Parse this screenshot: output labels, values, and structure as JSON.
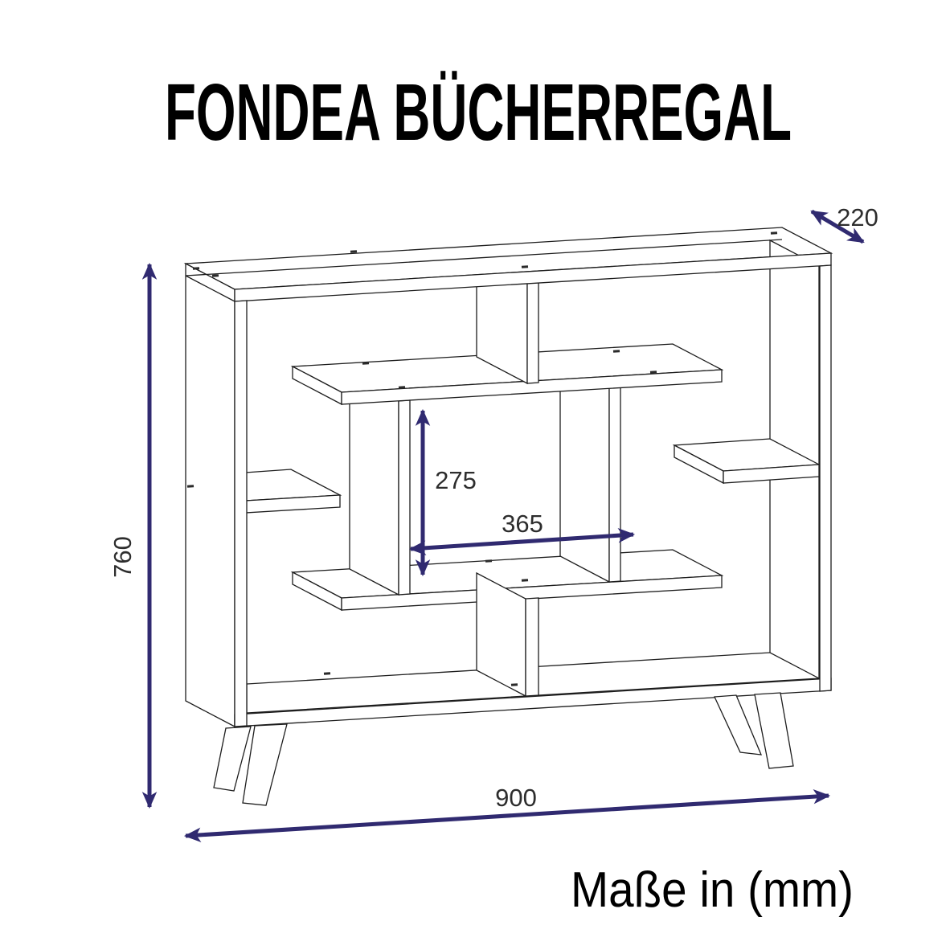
{
  "title": "FONDEA BÜCHERREGAL",
  "footer": "Maße in (mm)",
  "dimensions": {
    "width_mm": "900",
    "height_mm": "760",
    "depth_mm": "220",
    "inner_height_mm": "275",
    "inner_width_mm": "365"
  },
  "colors": {
    "dimension_arrow": "#302a70",
    "outline": "#1d1d1d",
    "dimension_label": "#2d2d2d"
  }
}
